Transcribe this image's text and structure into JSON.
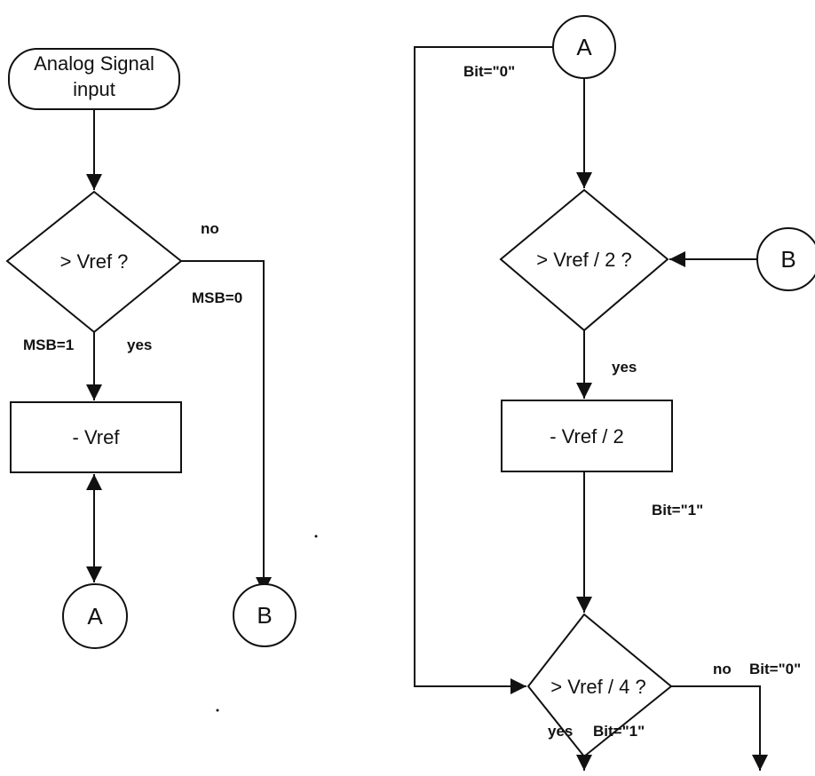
{
  "nodes": {
    "start_line1": "Analog Signal",
    "start_line2": "input",
    "decision_vref": "> Vref ?",
    "process_minus_vref": "- Vref",
    "connector_a_left": "A",
    "connector_b_left": "B",
    "connector_a_top": "A",
    "decision_vref_half": "> Vref / 2 ?",
    "connector_b_right": "B",
    "process_minus_vref_half": "- Vref / 2",
    "decision_vref_quarter": "> Vref / 4 ?"
  },
  "labels": {
    "no_1": "no",
    "msb_0": "MSB=0",
    "msb_1": "MSB=1",
    "yes_1": "yes",
    "bit0_top": "Bit=\"0\"",
    "yes_2": "yes",
    "bit1_mid": "Bit=\"1\"",
    "no_2": "no",
    "bit0_right": "Bit=\"0\"",
    "yes_3": "yes",
    "bit1_bottom": "Bit=\"1\""
  },
  "colors": {
    "stroke": "#111111",
    "background": "#ffffff"
  }
}
